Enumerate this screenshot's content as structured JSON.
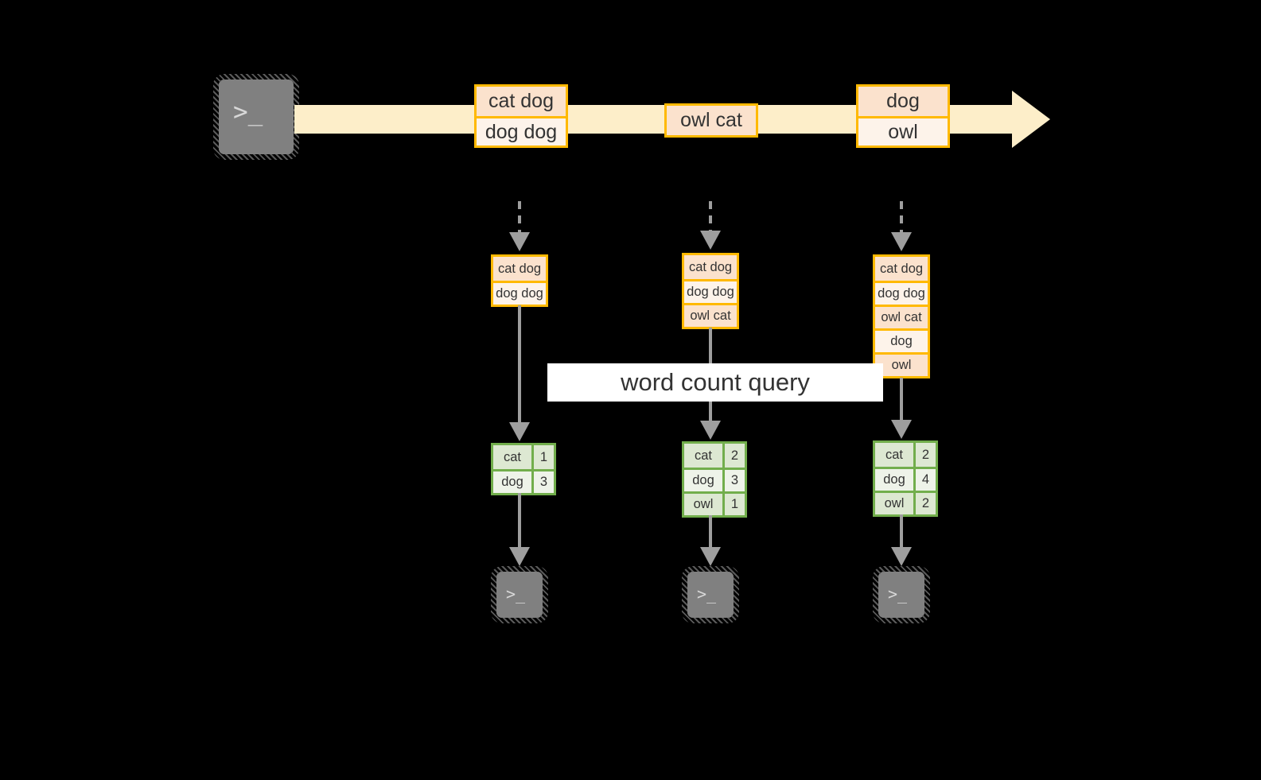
{
  "diagram": {
    "title_label": "word count query",
    "colors": {
      "stream_arrow": "#fdeec9",
      "record_border": "#ffb900",
      "record_fill_dark": "#fbe2cd",
      "record_fill_light": "#fdf3ea",
      "result_border": "#72ae4c",
      "result_fill_dark": "#dde8d2",
      "result_fill_light": "#eef3e9",
      "connector": "#9e9e9e",
      "terminal": "#808080",
      "background": "#000000",
      "label_band": "#ffffff"
    },
    "source": {
      "icon": "terminal-icon",
      "prompt": ">_"
    },
    "stream": {
      "groups": [
        {
          "name": "group-1",
          "rows": [
            {
              "text": "cat dog",
              "shade": "dark"
            },
            {
              "text": "dog dog",
              "shade": "light"
            }
          ]
        },
        {
          "name": "group-2",
          "rows": [
            {
              "text": "owl cat",
              "shade": "dark"
            }
          ]
        },
        {
          "name": "group-3",
          "rows": [
            {
              "text": "dog",
              "shade": "dark"
            },
            {
              "text": "owl",
              "shade": "light"
            }
          ]
        }
      ]
    },
    "snapshots": [
      {
        "name": "snapshot-1",
        "input_rows": [
          {
            "text": "cat dog",
            "shade": "dark"
          },
          {
            "text": "dog dog",
            "shade": "light"
          }
        ],
        "result_rows": [
          {
            "key": "cat",
            "value": "1",
            "shade": "dark"
          },
          {
            "key": "dog",
            "value": "3",
            "shade": "light"
          }
        ],
        "sink": {
          "icon": "terminal-icon",
          "prompt": ">_"
        }
      },
      {
        "name": "snapshot-2",
        "input_rows": [
          {
            "text": "cat dog",
            "shade": "dark"
          },
          {
            "text": "dog dog",
            "shade": "light"
          },
          {
            "text": "owl cat",
            "shade": "dark"
          }
        ],
        "result_rows": [
          {
            "key": "cat",
            "value": "2",
            "shade": "dark"
          },
          {
            "key": "dog",
            "value": "3",
            "shade": "light"
          },
          {
            "key": "owl",
            "value": "1",
            "shade": "dark"
          }
        ],
        "sink": {
          "icon": "terminal-icon",
          "prompt": ">_"
        }
      },
      {
        "name": "snapshot-3",
        "input_rows": [
          {
            "text": "cat dog",
            "shade": "dark"
          },
          {
            "text": "dog dog",
            "shade": "light"
          },
          {
            "text": "owl cat",
            "shade": "dark"
          },
          {
            "text": "dog",
            "shade": "light"
          },
          {
            "text": "owl",
            "shade": "dark"
          }
        ],
        "result_rows": [
          {
            "key": "cat",
            "value": "2",
            "shade": "dark"
          },
          {
            "key": "dog",
            "value": "4",
            "shade": "light"
          },
          {
            "key": "owl",
            "value": "2",
            "shade": "dark"
          }
        ],
        "sink": {
          "icon": "terminal-icon",
          "prompt": ">_"
        }
      }
    ]
  }
}
